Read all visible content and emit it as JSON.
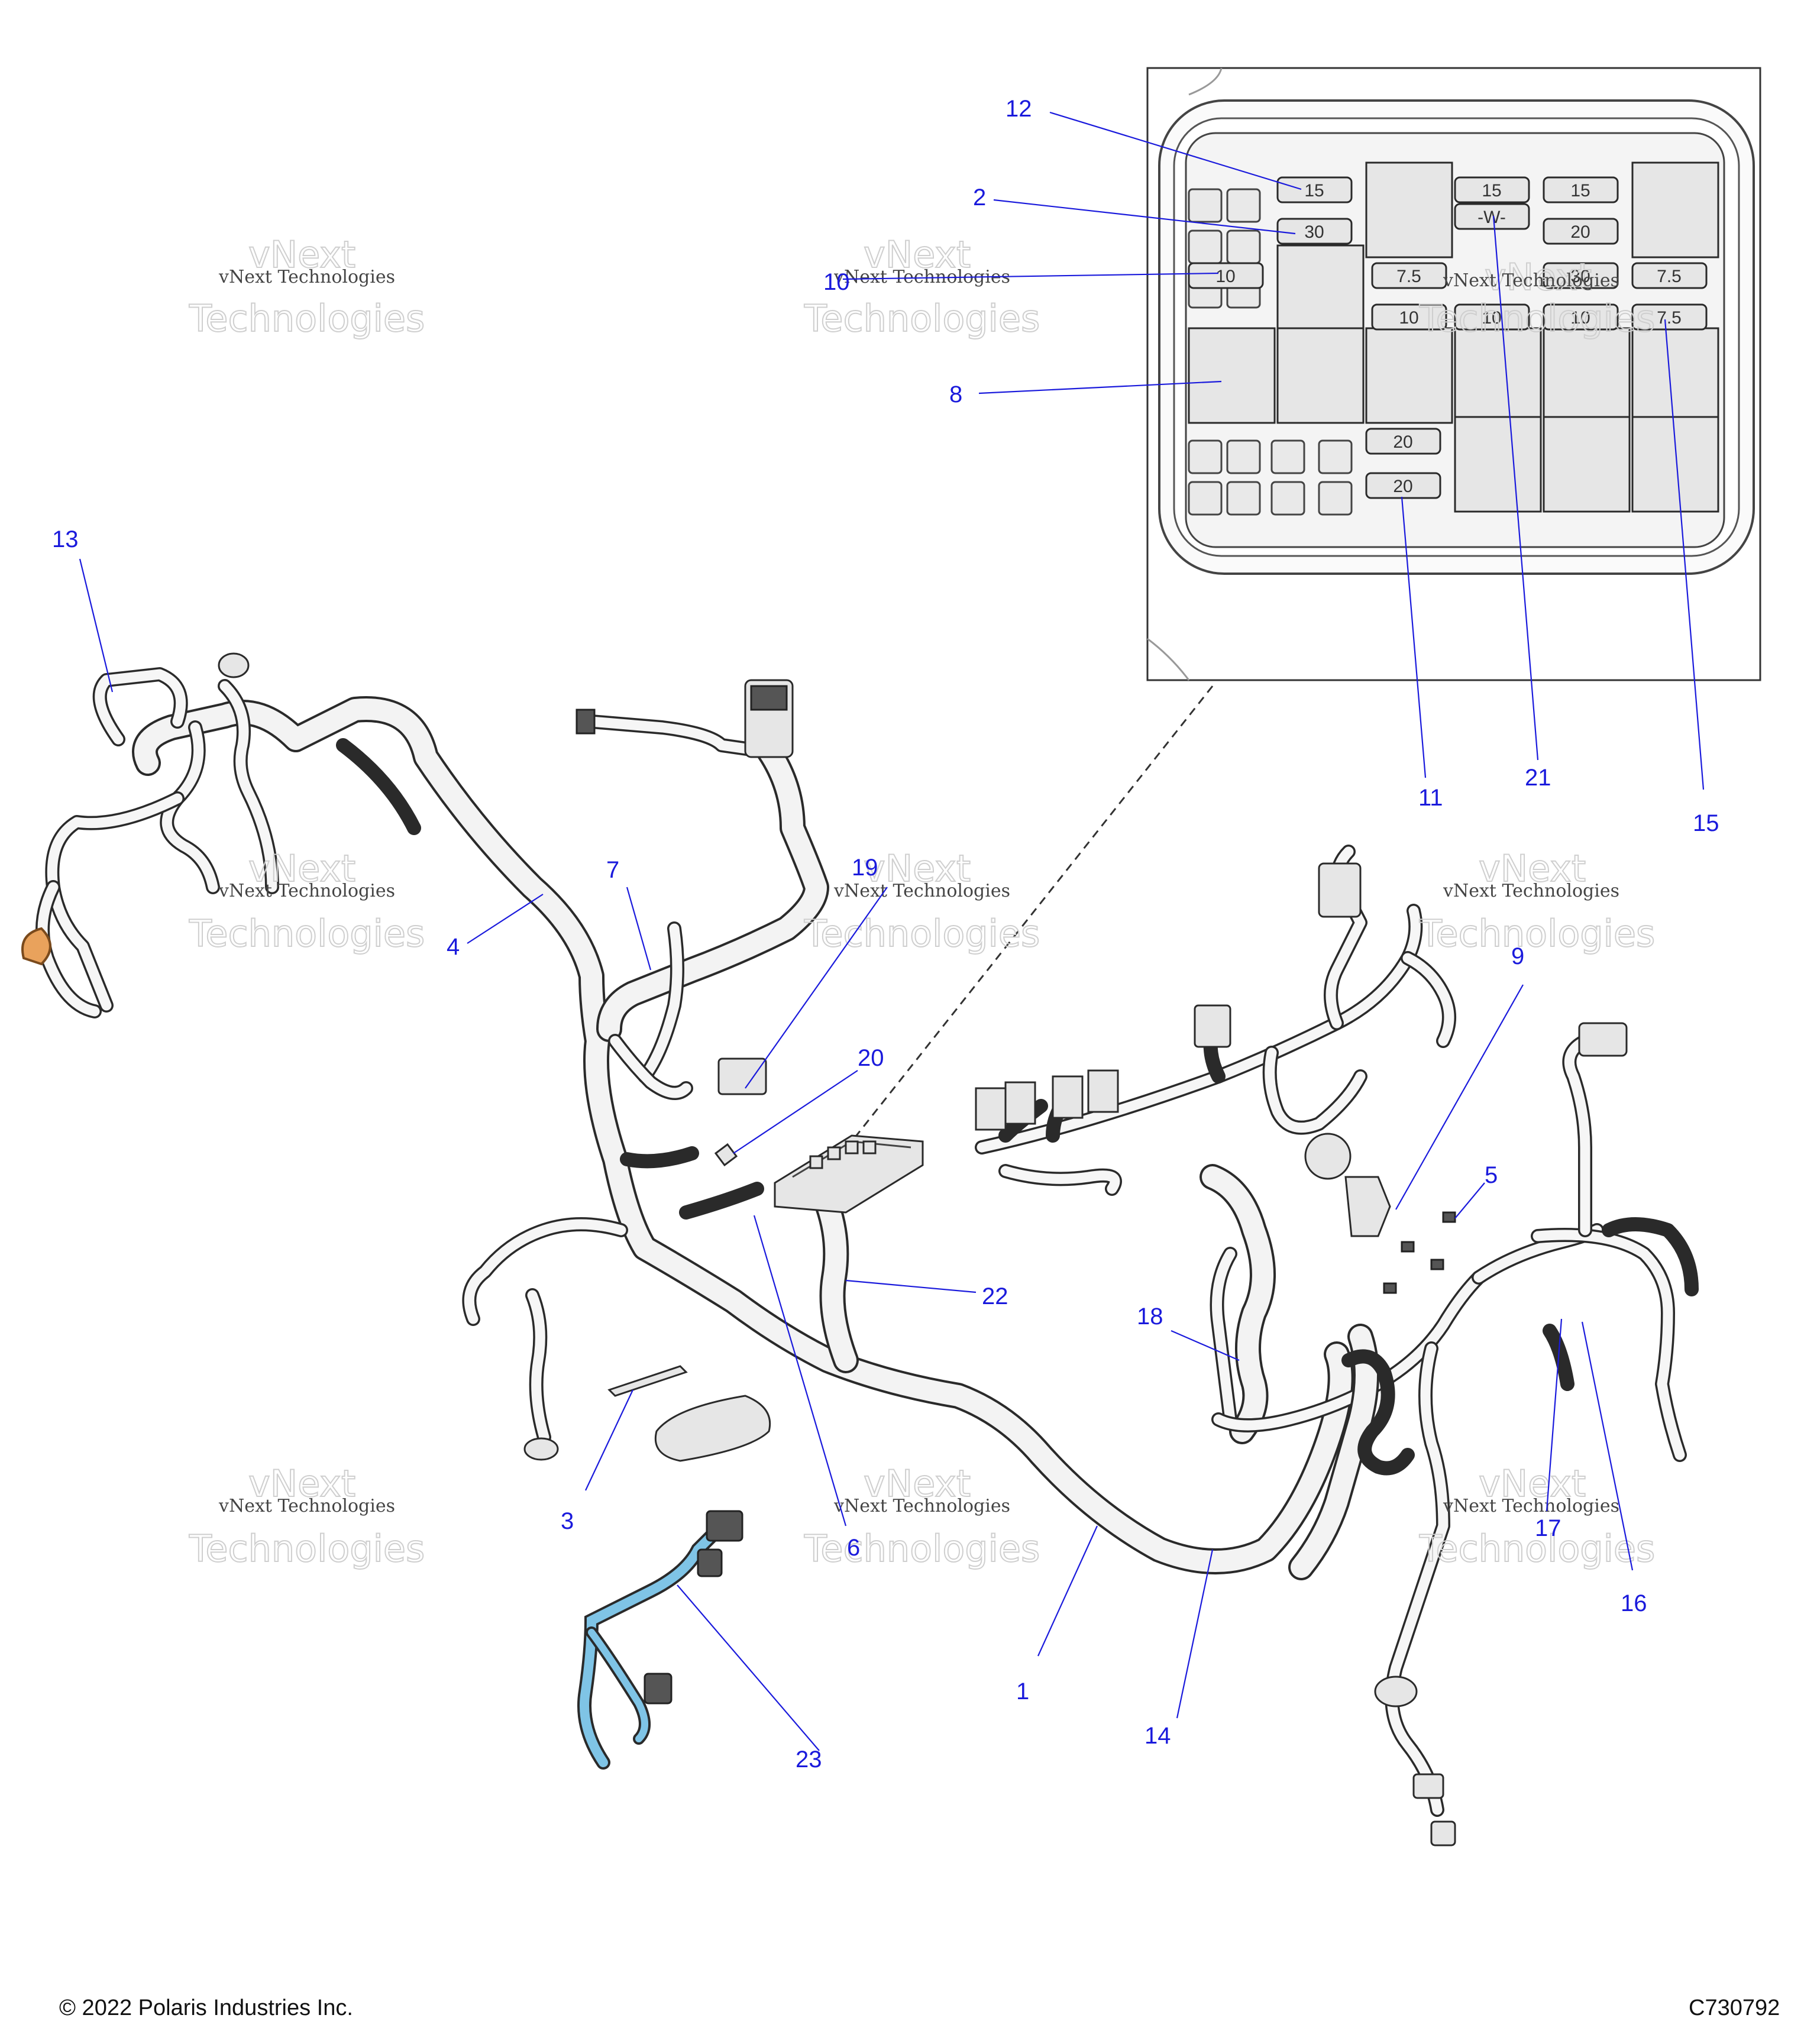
{
  "copyright": "© 2022 Polaris Industries Inc.",
  "figure_id": "C730792",
  "watermark": {
    "line1": "vNext Technologies",
    "line2": "vNext",
    "line3": "Technologies"
  },
  "callouts": {
    "c1": "1",
    "c2": "2",
    "c3": "3",
    "c4": "4",
    "c5": "5",
    "c6": "6",
    "c7": "7",
    "c8": "8",
    "c9": "9",
    "c10": "10",
    "c11": "11",
    "c12": "12",
    "c13": "13",
    "c14": "14",
    "c15": "15",
    "c16": "16",
    "c17": "17",
    "c18": "18",
    "c19": "19",
    "c20": "20",
    "c21": "21",
    "c22": "22",
    "c23": "23"
  },
  "fuse_ratings": {
    "f_15a": "15",
    "f_30": "30",
    "f_10a": "10",
    "f_15b": "15",
    "f_15c": "15",
    "f_20a": "20",
    "f_7_5a": "7.5",
    "f_10b": "10",
    "f_30b": "30",
    "f_10c": "10",
    "f_7_5b": "7.5",
    "f_7_5c": "7.5",
    "f_10d": "10",
    "f_20b": "20",
    "f_20c": "20"
  }
}
